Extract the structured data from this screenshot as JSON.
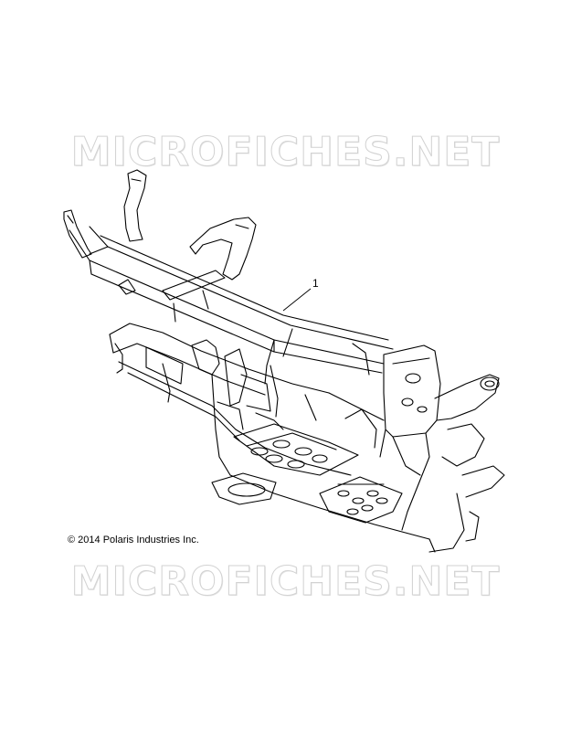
{
  "watermark": {
    "text": "MICROFICHES.NET"
  },
  "callouts": [
    {
      "label": "1"
    }
  ],
  "copyright": "© 2014 Polaris Industries Inc.",
  "colors": {
    "line": "#000000",
    "watermark_outline": "#d2d2d2",
    "background": "#ffffff"
  }
}
